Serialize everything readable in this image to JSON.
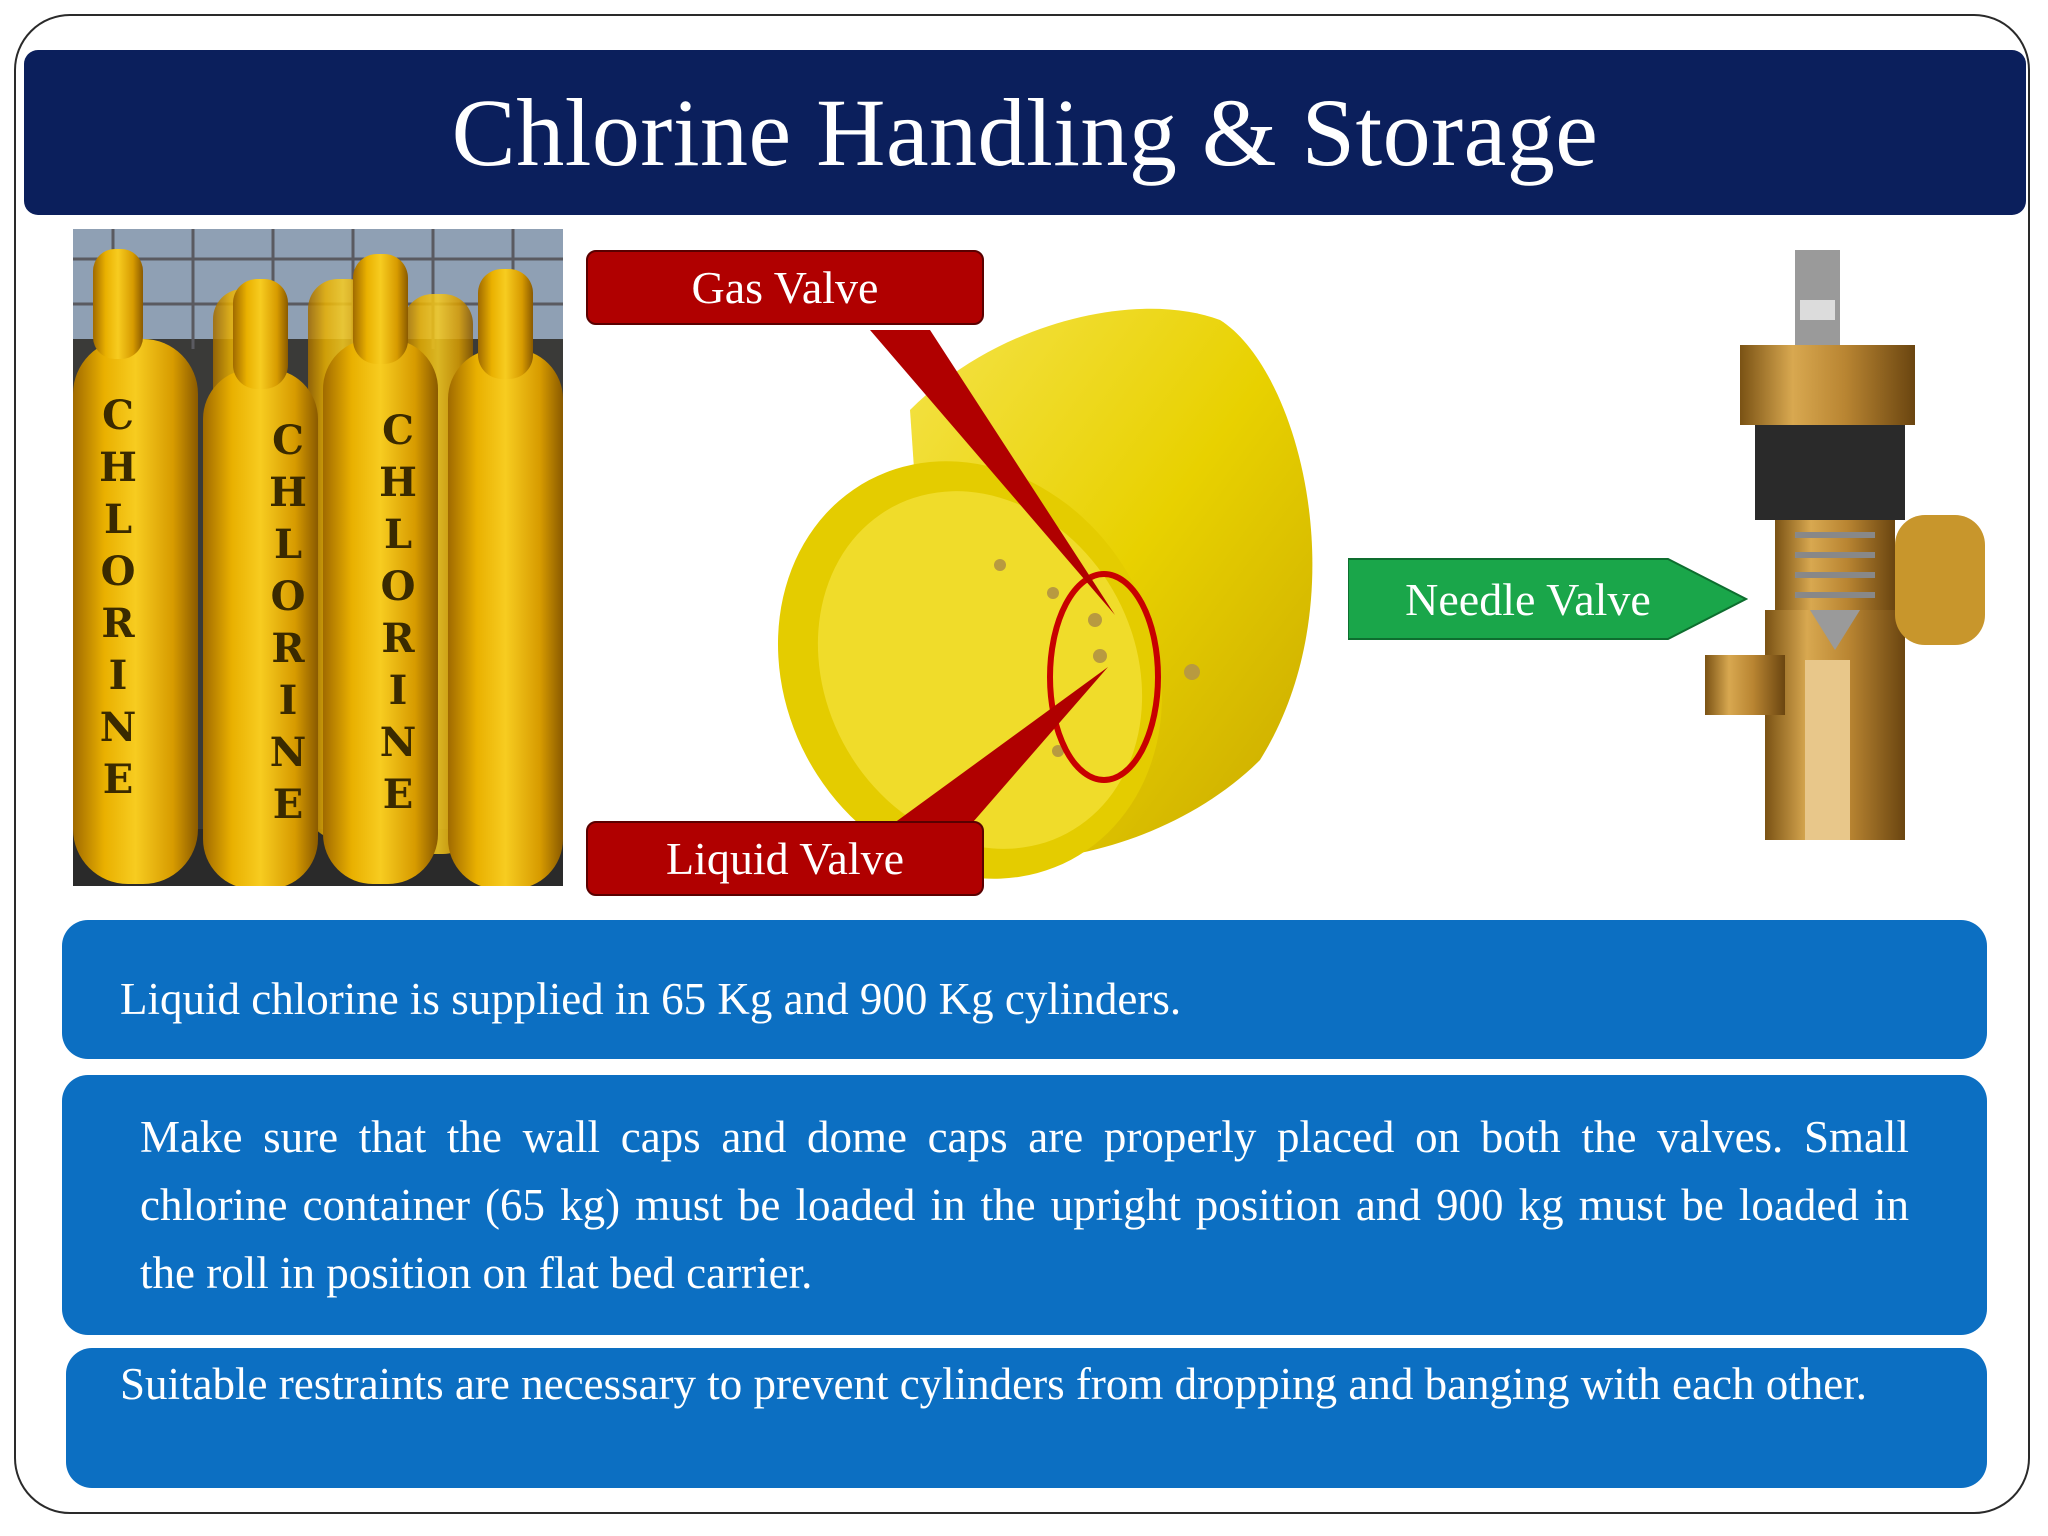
{
  "slide": {
    "title": "Chlorine Handling & Storage"
  },
  "images": {
    "cylinders_photo": {
      "stencil_text": "CHLORINE"
    },
    "drum_photo": {
      "callout_color": "#b00000",
      "highlight_color": "#c80000"
    },
    "valve_cutaway_photo": {}
  },
  "callouts": {
    "gas_valve": "Gas Valve",
    "liquid_valve": "Liquid Valve",
    "needle_valve": "Needle Valve"
  },
  "info": {
    "supply": "Liquid chlorine is supplied in 65 Kg and 900 Kg cylinders.",
    "caps": "Make sure that the wall caps and dome caps are properly placed on both the valves. Small chlorine container (65 kg) must be loaded in the upright position and 900 kg must be loaded in the roll in position on flat bed carrier.",
    "restraints": "Suitable restraints are necessary to prevent cylinders from dropping and banging with each other."
  },
  "colors": {
    "title_bar": "#0b1f5c",
    "info_box": "#0c6fc2",
    "needle_arrow": "#1aa64a",
    "cylinder_yellow": "#f2c200"
  }
}
